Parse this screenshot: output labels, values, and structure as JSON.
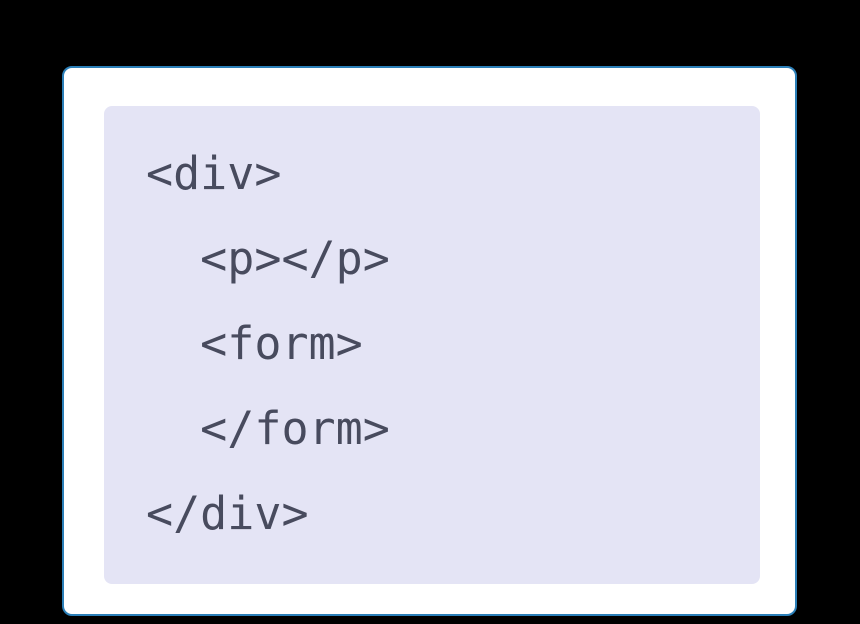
{
  "page": {
    "background_color": "#000000"
  },
  "card": {
    "background_color": "#ffffff",
    "border_color": "#2b7fb8"
  },
  "code": {
    "background_color": "#e4e4f5",
    "text_color": "#484b5e",
    "language": "html",
    "lines": [
      "<div>",
      "  <p></p>",
      "  <form>",
      "  </form>",
      "</div>"
    ]
  }
}
